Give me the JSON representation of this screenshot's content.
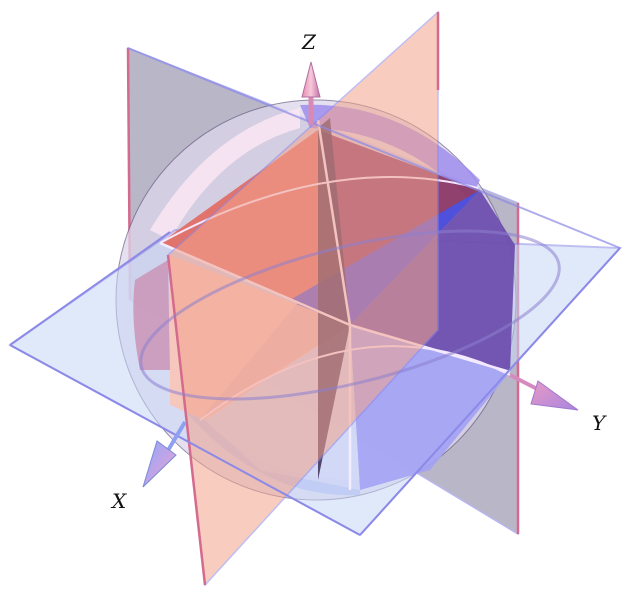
{
  "figure": {
    "axes": {
      "x_label": "X",
      "y_label": "Y",
      "z_label": "Z"
    },
    "colors": {
      "xz_plane": "#f3a38c",
      "yz_plane": "#8f8aa6",
      "xy_plane": "#c8d8f6",
      "plane_edge": "#8c8ae8",
      "sphere_shell": "#d9d3ea",
      "octant_top_left": "#e26e66",
      "octant_top_right": "#8c3966",
      "octant_right": "#6e4fae",
      "octant_blue": "#4852e8",
      "arrow_tip": "#f08ab8"
    }
  }
}
